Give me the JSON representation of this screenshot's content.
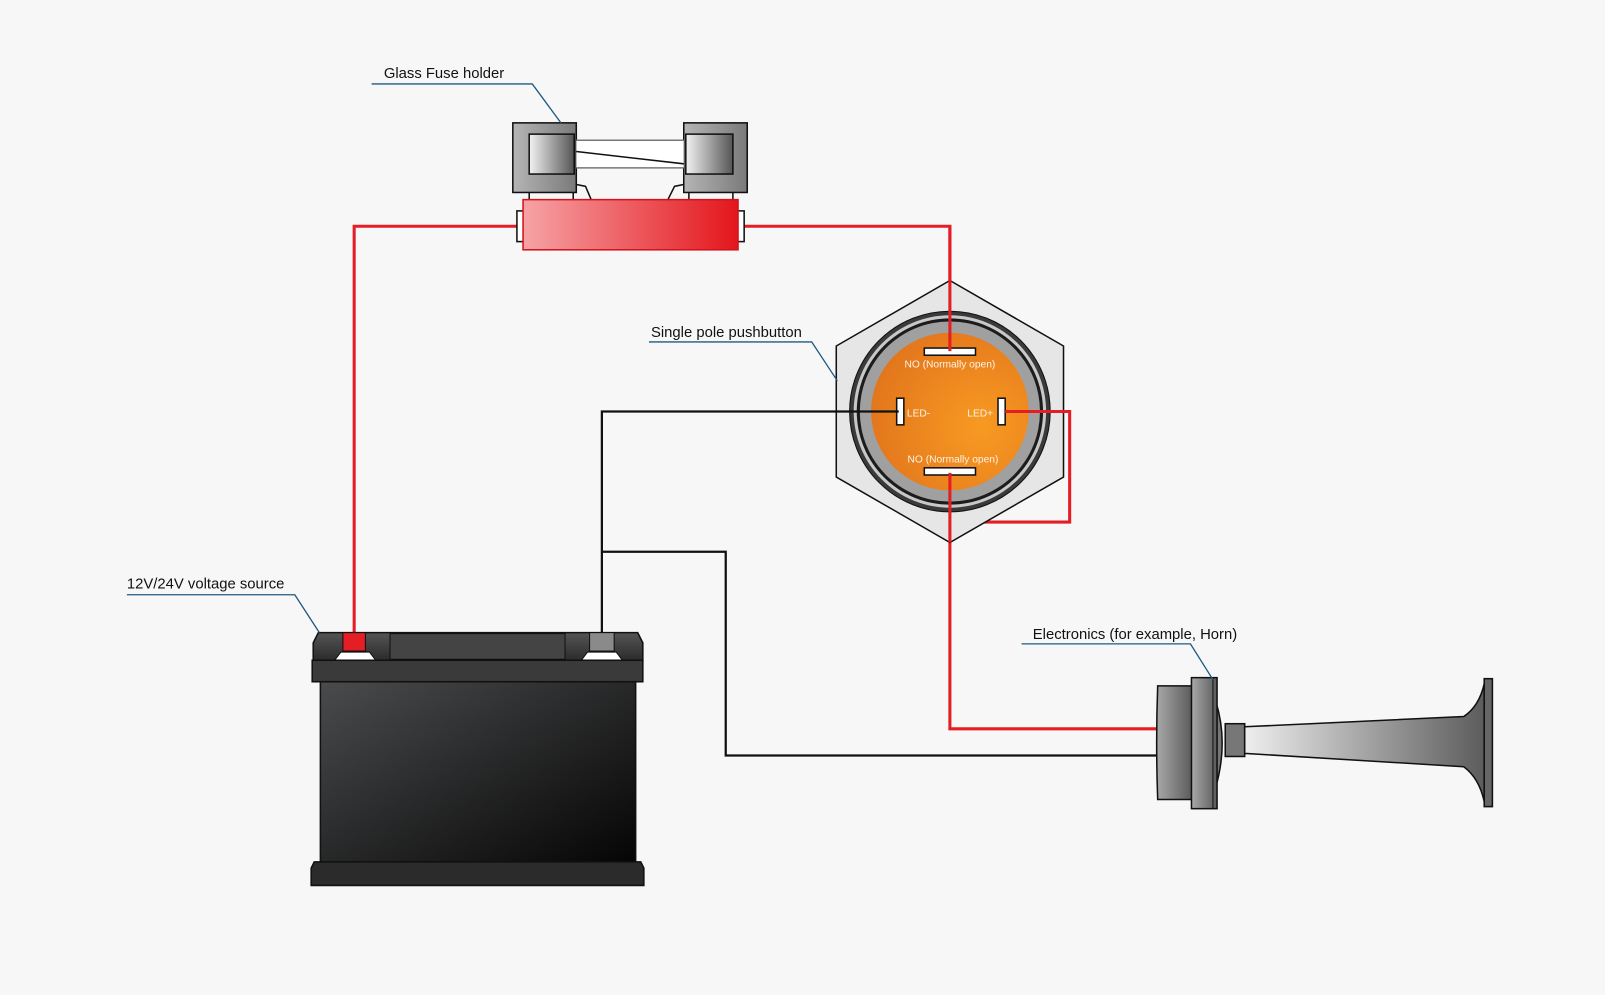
{
  "labels": {
    "fuse_holder": "Glass Fuse holder",
    "pushbutton": "Single pole pushbutton",
    "voltage_source": "12V/24V voltage source",
    "electronics": "Electronics (for example, Horn)"
  },
  "pushbutton_pins": {
    "no_top": "NO (Normally open)",
    "led_minus": "LED-",
    "led_plus": "LED+",
    "no_bottom": "NO (Normally open)"
  },
  "colors": {
    "positive_wire": "#e31e24",
    "negative_wire": "#111111",
    "leader_line": "#1f5a80",
    "button_face": "#f28a1e",
    "background": "#f7f7f7"
  }
}
